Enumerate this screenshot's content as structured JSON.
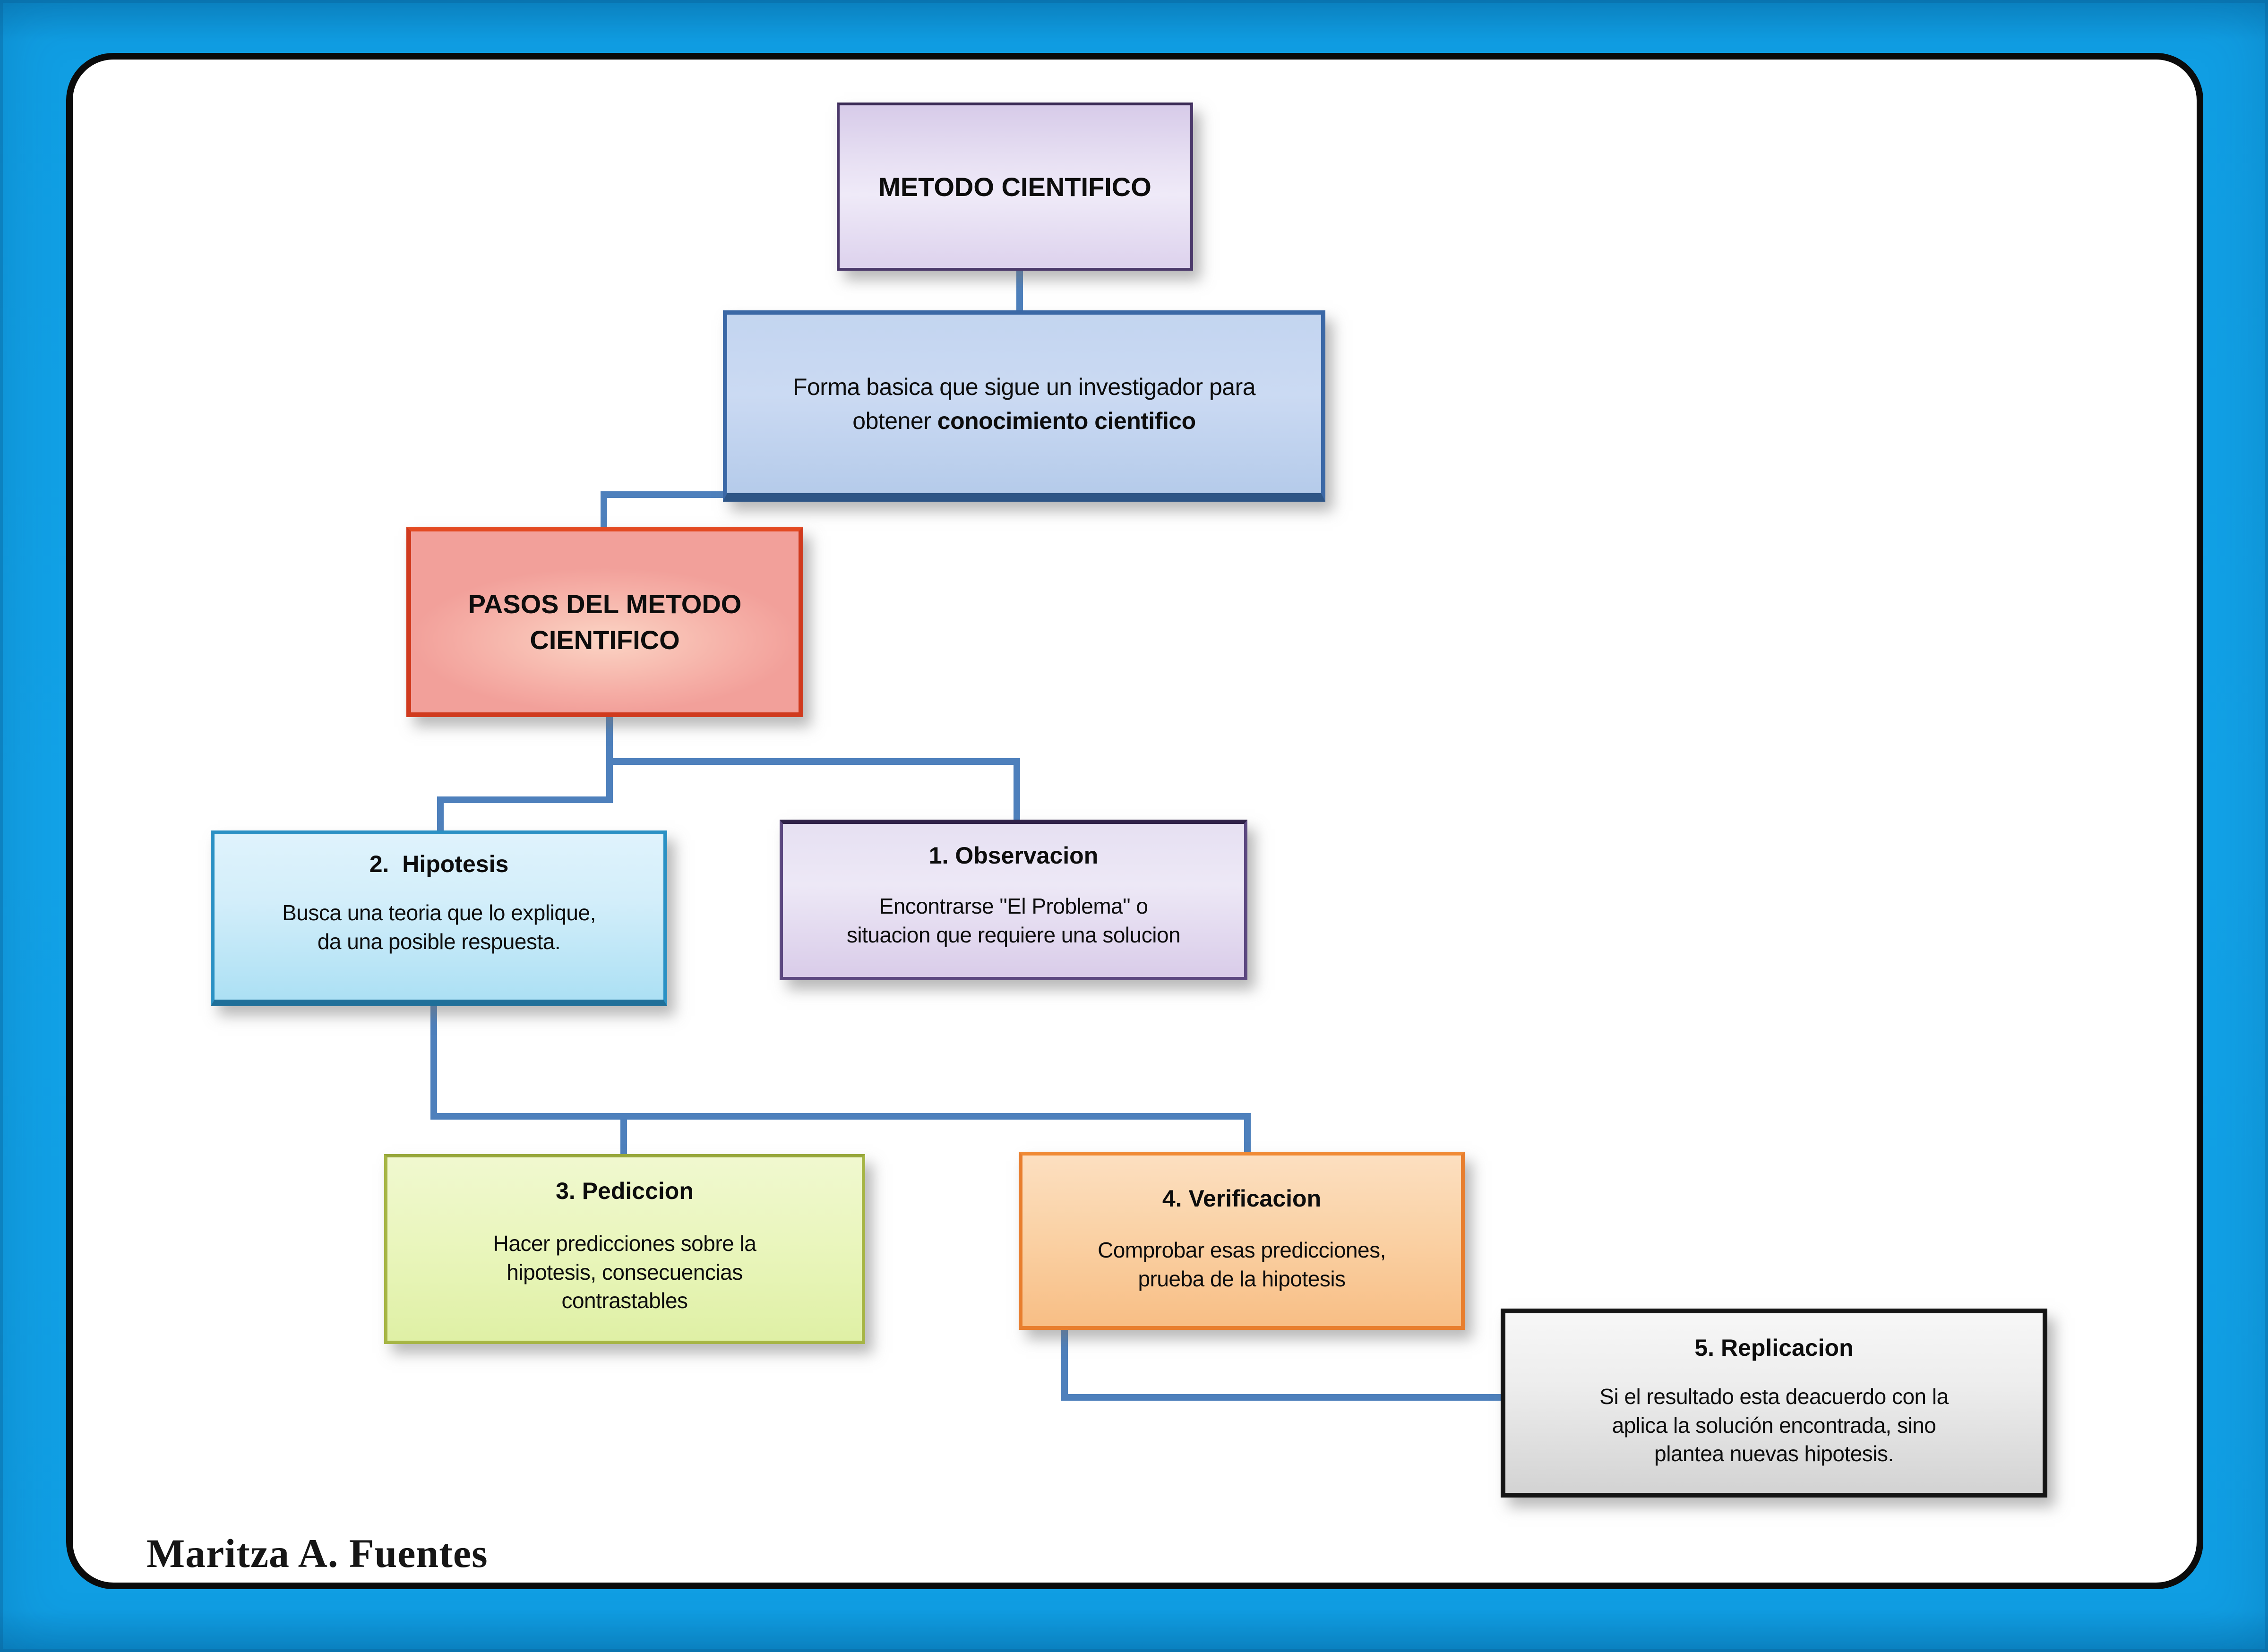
{
  "diagram": {
    "root_label": "METODO CIENTIFICO",
    "definition": {
      "regular": "Forma basica que sigue un investigador para\nobtener ",
      "bold": "conocimiento cientifico"
    },
    "pasos_label": "PASOS DEL METODO\nCIENTIFICO",
    "steps": [
      {
        "id": "observacion",
        "title": "1. Observacion",
        "body": "Encontrarse \"El Problema\" o\nsituacion que requiere una solucion"
      },
      {
        "id": "hipotesis",
        "title": "2.  Hipotesis",
        "body": "Busca una teoria que lo explique,\nda una posible respuesta."
      },
      {
        "id": "pediccion",
        "title": "3. Pediccion",
        "body": "Hacer predicciones sobre la\nhipotesis, consecuencias\ncontrastables"
      },
      {
        "id": "verificacion",
        "title": "4. Verificacion",
        "body": "Comprobar esas predicciones,\nprueba de la hipotesis"
      },
      {
        "id": "replicacion",
        "title": "5. Replicacion",
        "body": "Si el resultado esta deacuerdo con la\naplica la solución encontrada, sino\nplantea nuevas hipotesis."
      }
    ],
    "author": "Maritza A. Fuentes",
    "colors": {
      "background": "#0F9CE0",
      "connector": "#4E80BC",
      "card": "#FFFFFF",
      "root_fill": "#E5DCF1",
      "definition_fill": "#C3D5F0",
      "pasos_fill": "#F5ACA4",
      "observacion_fill": "#DFD4EC",
      "hipotesis_fill": "#C9EAF8",
      "pediccion_fill": "#E6F4B4",
      "verificacion_fill": "#FACD9E",
      "replicacion_fill": "#E2E2E2"
    }
  }
}
